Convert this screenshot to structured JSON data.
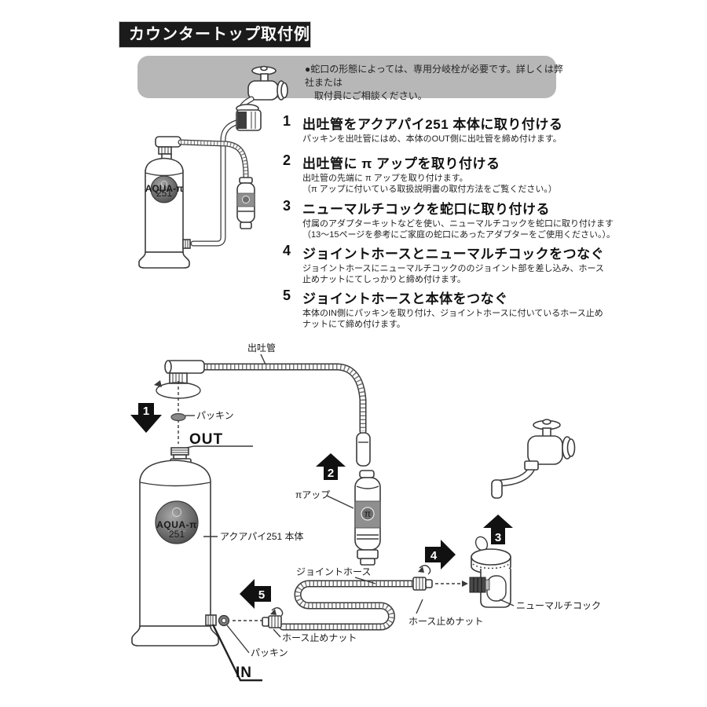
{
  "title": "カウンタートップ取付例",
  "note": {
    "line1": "●蛇口の形態によっては、専用分岐栓が必要です。詳しくは弊社または",
    "line2": "取付員にご相談ください。"
  },
  "steps": [
    {
      "num": "1",
      "heading": "出吐管をアクアパイ251 本体に取り付ける",
      "lines": [
        "パッキンを出吐管にはめ、本体のOUT側に出吐管を締め付けます。"
      ]
    },
    {
      "num": "2",
      "heading": "出吐管に π アップを取り付ける",
      "lines": [
        "出吐管の先端に π アップを取り付けます。",
        "（π アップに付いている取扱説明書の取付方法をご覧ください。）"
      ]
    },
    {
      "num": "3",
      "heading": "ニューマルチコックを蛇口に取り付ける",
      "lines": [
        "付属のアダプターキットなどを使い、ニューマルチコックを蛇口に取り付けます",
        "（13～15ページを参考にご家庭の蛇口にあったアダプターをご使用ください。）。"
      ]
    },
    {
      "num": "4",
      "heading": "ジョイントホースとニューマルチコックをつなぐ",
      "lines": [
        "ジョイントホースにニューマルチコックののジョイント部を差し込み、ホース",
        "止めナットにてしっかりと締め付けます。"
      ]
    },
    {
      "num": "5",
      "heading": "ジョイントホースと本体をつなぐ",
      "lines": [
        "本体のIN側にパッキンを取り付け、ジョイントホースに付いているホース止め",
        "ナットにて締め付けます。"
      ]
    }
  ],
  "diagram": {
    "labels": {
      "spout": "出吐管",
      "packing": "パッキン",
      "out": "OUT",
      "in": "IN",
      "body": "アクアパイ251 本体",
      "pi_up": "πアップ",
      "joint_hose": "ジョイントホース",
      "hose_nut": "ホース止めナット",
      "multi_cock": "ニューマルチコック"
    },
    "arrows": [
      "1",
      "2",
      "3",
      "4",
      "5"
    ],
    "logo": {
      "name": "AQUA-π",
      "model": "251"
    },
    "pi_mark": "π"
  },
  "colors": {
    "title_bg": "#1b1b1b",
    "title_text": "#ffffff",
    "note_bg": "#b7b7b7",
    "line_art": "#3a3a3a",
    "arrow": "#111111",
    "band_gray": "#8f8f8f"
  }
}
